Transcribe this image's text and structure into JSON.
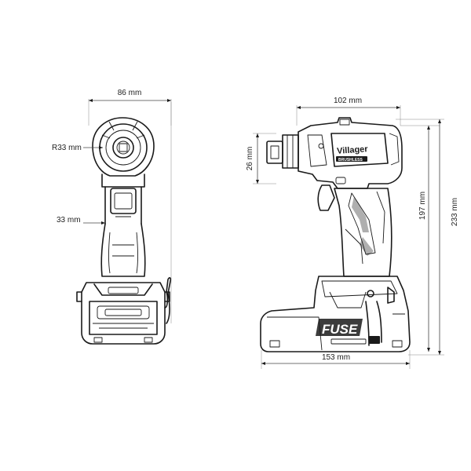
{
  "front_view": {
    "width_label": "86 mm",
    "radius_label": "R33 mm",
    "grip_label": "33 mm"
  },
  "side_view": {
    "top_length_label": "102 mm",
    "head_height_label": "26 mm",
    "bottom_length_label": "153 mm",
    "body_height_label": "197 mm",
    "total_height_label": "233 mm",
    "brand_text": "Villager",
    "badge_text": "BRUSHLESS",
    "battery_text": "FUSE"
  },
  "colors": {
    "outline": "#1a1a1a",
    "dimension": "#444444",
    "background": "#ffffff"
  }
}
